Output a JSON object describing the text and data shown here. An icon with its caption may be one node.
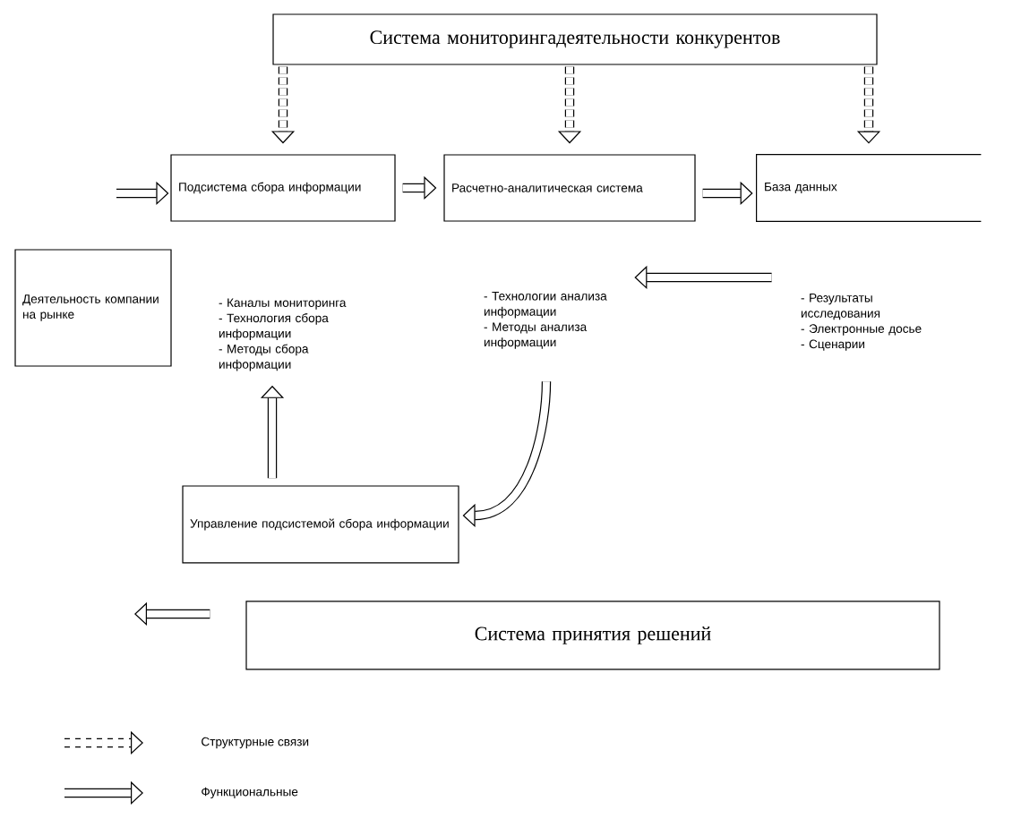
{
  "diagram": {
    "nodes": [
      {
        "text": [
          "Система мониторингадеятельности конкурентов"
        ]
      },
      {
        "text": [
          "Подсистема сбора информации"
        ]
      },
      {
        "text": [
          "Расчетно-аналитическая система"
        ]
      },
      {
        "text": [
          "База данных"
        ]
      },
      {
        "text": [
          "Деятельность компании на рынке"
        ]
      },
      {
        "text": [
          "- Каналы мониторинга",
          "- Технология сбора информации",
          "- Методы сбора информации"
        ]
      },
      {
        "text": [
          "- Технологии анализа информации",
          "- Методы анализа информации"
        ]
      },
      {
        "text": [
          "- Результаты исследования",
          "- Электронные досье",
          "- Сценарии"
        ]
      },
      {
        "text": [
          "Управление подсистемой сбора информации"
        ]
      },
      {
        "text": [
          "Система принятия решений"
        ]
      }
    ],
    "edges": [
      {
        "from": 0,
        "to": 1,
        "arrow": "to",
        "style": "dashed"
      },
      {
        "from": 0,
        "to": 2,
        "arrow": "to",
        "style": "dashed"
      },
      {
        "from": 0,
        "to": 3,
        "arrow": "to",
        "style": "dashed"
      },
      {
        "from": null,
        "to": 1,
        "arrow": "to"
      },
      {
        "from": 1,
        "to": 2,
        "arrow": "to"
      },
      {
        "from": 2,
        "to": 3,
        "arrow": "to"
      },
      {
        "from": 7,
        "to": 6,
        "arrow": "to"
      },
      {
        "from": 6,
        "to": 8,
        "arrow": "to"
      },
      {
        "from": 8,
        "to": 5,
        "arrow": "to"
      },
      {
        "from": 9,
        "to": null,
        "arrow": "to"
      }
    ],
    "legend": [
      {
        "text": "Структурные связи"
      },
      {
        "text": "Функциональные"
      }
    ]
  }
}
